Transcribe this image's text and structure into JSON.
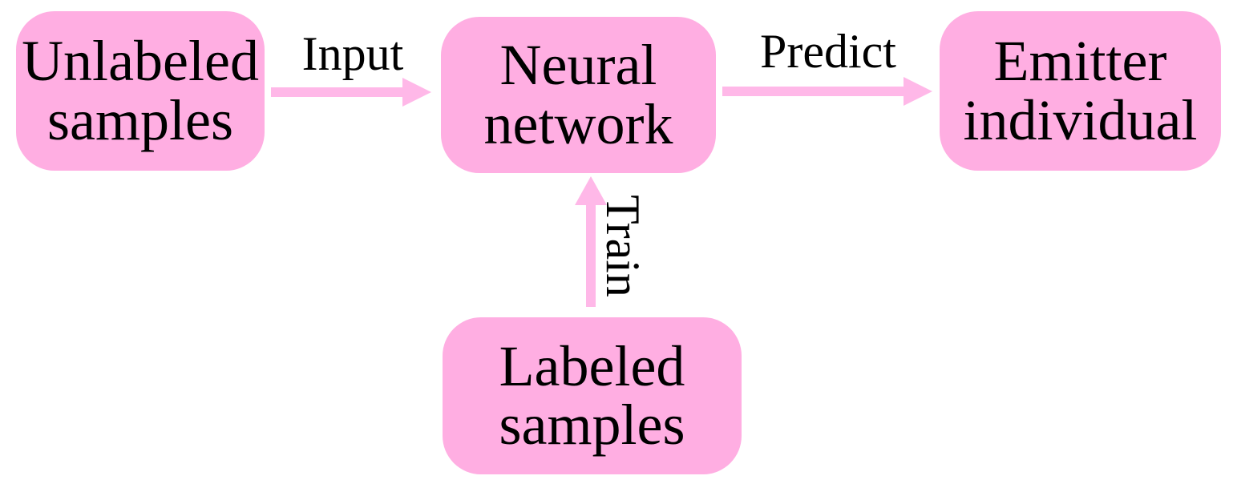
{
  "diagram": {
    "colors": {
      "background": "#ffffff",
      "node_fill": "#ffaee2",
      "arrow_fill": "#ffb8e8",
      "text": "#000000"
    },
    "nodes": [
      {
        "id": "unlabeled-samples",
        "label": "Unlabeled\nsamples"
      },
      {
        "id": "neural-network",
        "label": "Neural\nnetwork"
      },
      {
        "id": "emitter-individual",
        "label": "Emitter\nindividual"
      },
      {
        "id": "labeled-samples",
        "label": "Labeled\nsamples"
      }
    ],
    "edges": [
      {
        "id": "input",
        "label": "Input",
        "from": "unlabeled-samples",
        "to": "neural-network",
        "direction": "right"
      },
      {
        "id": "predict",
        "label": "Predict",
        "from": "neural-network",
        "to": "emitter-individual",
        "direction": "right"
      },
      {
        "id": "train",
        "label": "Train",
        "from": "labeled-samples",
        "to": "neural-network",
        "direction": "up"
      }
    ]
  }
}
